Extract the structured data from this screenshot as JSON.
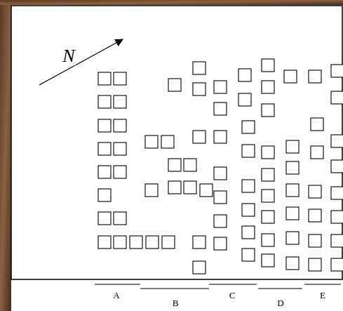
{
  "diagram": {
    "labels": [
      "N",
      "A",
      "B",
      "C",
      "D",
      "E"
    ]
  }
}
